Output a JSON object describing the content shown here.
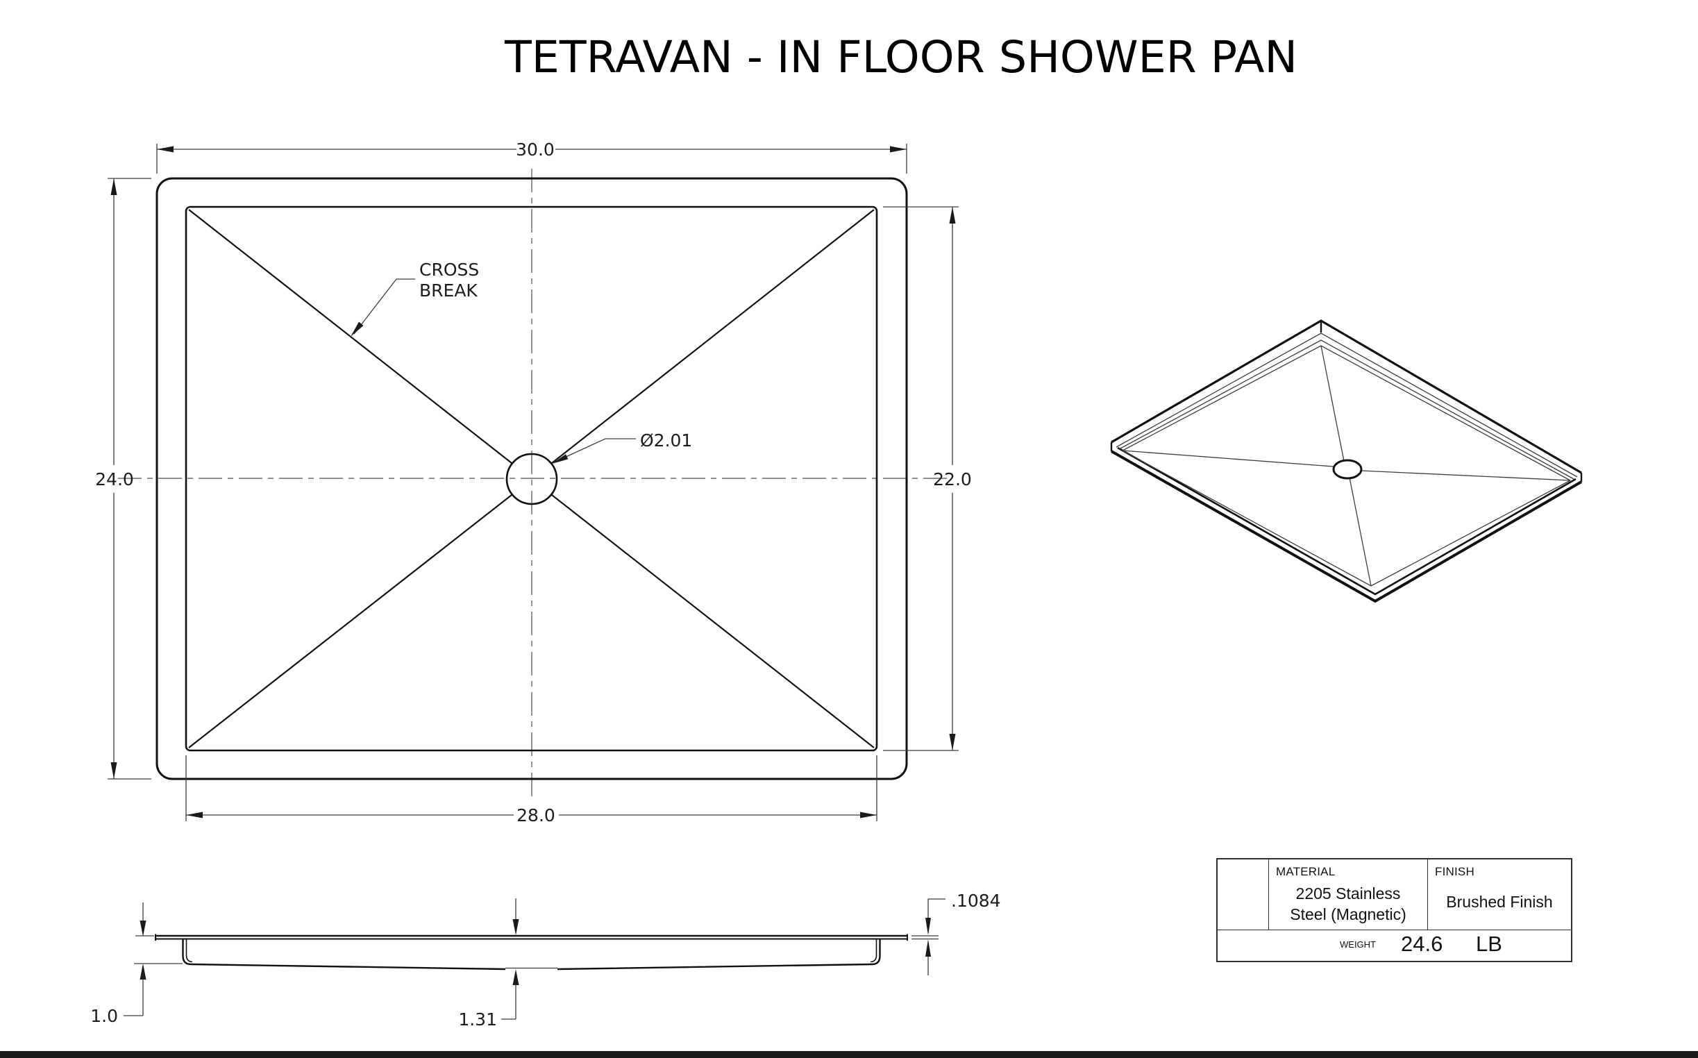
{
  "title": "TETRAVAN - IN FLOOR SHOWER PAN",
  "top_view": {
    "dim_width_outer": "30.0",
    "dim_height_outer": "24.0",
    "dim_height_inner": "22.0",
    "dim_width_inner": "28.0",
    "drain_label": "Ø2.01",
    "cross_break_line1": "CROSS",
    "cross_break_line2": "BREAK"
  },
  "side_view": {
    "dim_depth": "1.0",
    "dim_center_depth": "1.31",
    "dim_thickness": ".1084"
  },
  "title_block": {
    "material_label": "MATERIAL",
    "material_line1": "2205 Stainless",
    "material_line2": "Steel (Magnetic)",
    "finish_label": "FINISH",
    "finish_value": "Brushed Finish",
    "weight_label": "WEIGHT",
    "weight_value": "24.6",
    "weight_unit": "LB"
  },
  "colors": {
    "object_line": "#111111",
    "dimension_line": "#3c3c3c",
    "background": "#ffffff",
    "footer_bar": "#1a1a1a"
  }
}
